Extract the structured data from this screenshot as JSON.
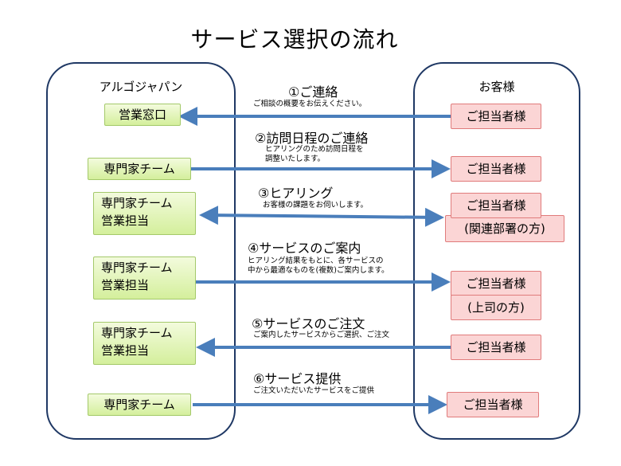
{
  "title": "サービス選択の流れ",
  "lanes": {
    "left": "アルゴジャパン",
    "right": "お客様"
  },
  "steps": [
    {
      "title": "①ご連絡",
      "desc": "ご相談の概要をお伝えください。",
      "direction": "left"
    },
    {
      "title": "②訪問日程のご連絡",
      "desc": "ヒアリングのため訪問日程を\n調整いたします。",
      "direction": "right"
    },
    {
      "title": "③ヒアリング",
      "desc": "お客様の課題をお伺いします。",
      "direction": "both"
    },
    {
      "title": "④サービスのご案内",
      "desc": "ヒアリング結果をもとに、各サービスの\n中から最適なものを(複数)ご案内します。",
      "direction": "right"
    },
    {
      "title": "⑤サービスのご注文",
      "desc": "ご案内したサービスからご選択、ご注文",
      "direction": "left"
    },
    {
      "title": "⑥サービス提供",
      "desc": "ご注文いただいたサービスをご提供",
      "direction": "right"
    }
  ],
  "left_boxes": [
    {
      "line1": "営業窓口",
      "line2": ""
    },
    {
      "line1": "専門家チーム",
      "line2": ""
    },
    {
      "line1": "専門家チーム",
      "line2": "営業担当"
    },
    {
      "line1": "専門家チーム",
      "line2": "営業担当"
    },
    {
      "line1": "専門家チーム",
      "line2": "営業担当"
    },
    {
      "line1": "専門家チーム",
      "line2": ""
    }
  ],
  "right_boxes": [
    {
      "label": "ご担当者様",
      "sub": ""
    },
    {
      "label": "ご担当者様",
      "sub": ""
    },
    {
      "label": "ご担当者様",
      "sub": "(関連部署の方)"
    },
    {
      "label": "ご担当者様",
      "sub": "(上司の方)"
    },
    {
      "label": "ご担当者様",
      "sub": ""
    },
    {
      "label": "ご担当者様",
      "sub": ""
    }
  ],
  "colors": {
    "arrow": "#4a7ebb",
    "lane_border": "#1f3864",
    "left_box_fill": "#d4ef9c",
    "right_box_fill": "#fbd5d5"
  }
}
